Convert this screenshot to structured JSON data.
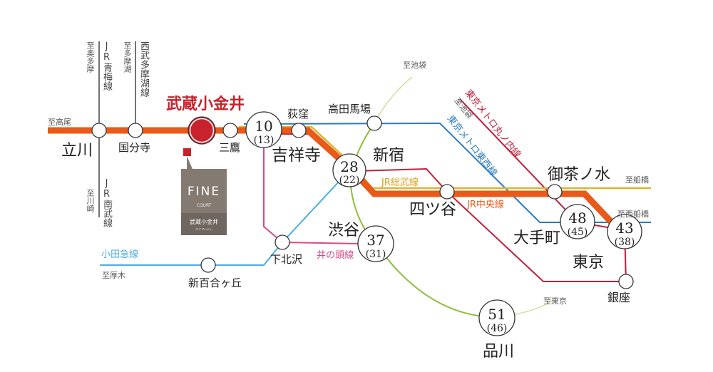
{
  "colors": {
    "chuo": "#e8591a",
    "sobu": "#e0b42a",
    "tozai": "#2c7cc0",
    "marunouchi": "#c0203a",
    "inokashira": "#d94a8a",
    "odakyu": "#4aaee0",
    "yamanote": "#8cc03a",
    "gray": "#444444",
    "highlight": "#c8232c",
    "logo_bg": "#857a72"
  },
  "terminals": {
    "takao": "至高尾",
    "okutama": "至奥多摩",
    "tamako": "至多摩湖",
    "kawasaki": "至川崎",
    "atsugi": "至厚木",
    "ikebukuro_yamanote": "至池袋",
    "ikebukuro_marunouchi": "至池袋",
    "funabashi": "至船橋",
    "nishifunabashi": "至西船橋",
    "tokyo": "至東京"
  },
  "lines": {
    "ome": "JR青梅線",
    "seibu_tamako": "西武多摩湖線",
    "nambu": "JR南武線",
    "marunouchi": "東京メトロ丸ノ内線",
    "tozai": "東京メトロ東西線",
    "sobu": "JR総武線",
    "chuo": "JR中央線",
    "inokashira": "井の頭線",
    "odakyu": "小田急線"
  },
  "stations": {
    "tachikawa": "立川",
    "kokubunji": "国分寺",
    "musashikoganei": "武蔵小金井",
    "mitaka": "三鷹",
    "kichijoji": {
      "name": "吉祥寺",
      "time": "10",
      "alt": "(13)"
    },
    "ogikubo": "荻窪",
    "takadanobaba": "高田馬場",
    "shinjuku": {
      "name": "新宿",
      "time": "28",
      "alt": "(22)"
    },
    "yotsuya": "四ツ谷",
    "ochanomizu": "御茶ノ水",
    "otemachi": {
      "name": "大手町",
      "time": "48",
      "alt": "(45)"
    },
    "tokyo": {
      "name": "東京",
      "time": "43",
      "alt": "(38)"
    },
    "ginza": "銀座",
    "shinagawa": {
      "name": "品川",
      "time": "51",
      "alt": "(46)"
    },
    "shibuya": {
      "name": "渋谷",
      "time": "37",
      "alt": "(31)"
    },
    "shimokitazawa": "下北沢",
    "shinyurigaoka": "新百合ヶ丘"
  },
  "logo": {
    "title": "FINE",
    "sub": "COURT",
    "caption": "武蔵小金井",
    "caption2": "エリアシティ"
  }
}
